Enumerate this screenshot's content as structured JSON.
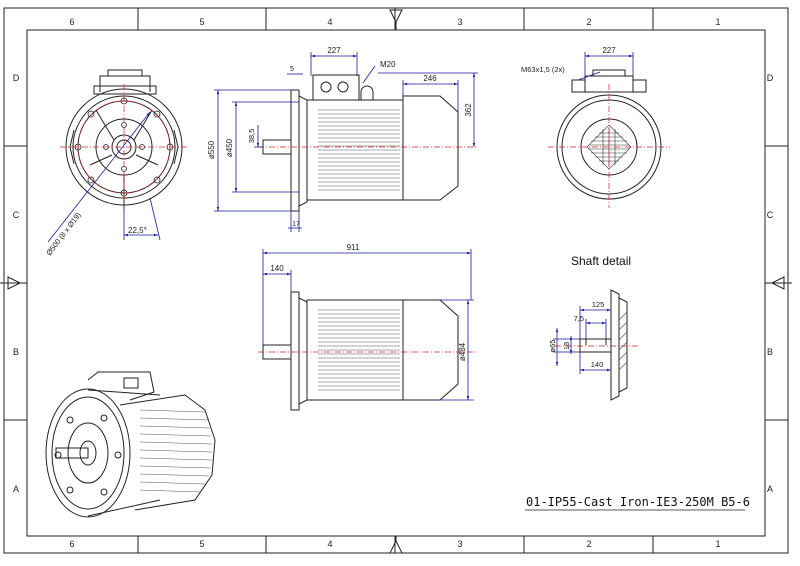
{
  "border": {
    "columns": [
      "6",
      "5",
      "4",
      "3",
      "2",
      "1"
    ],
    "rows": [
      "D",
      "C",
      "B",
      "A"
    ]
  },
  "title_block": {
    "drawing_title": "01-IP55-Cast Iron-IE3-250M B5-6"
  },
  "labels": {
    "shaft_detail": "Shaft detail"
  },
  "dimensions": {
    "front_flange_pcd": "Ø500 (8 x Ø19)",
    "front_angle": "22,5°",
    "side_box_width": "227",
    "side_flange_gap": "5",
    "side_cable_gland": "M20",
    "side_fan_length": "246",
    "side_height": "362",
    "side_flange_dia": "ø550",
    "side_spigot_dia": "ø450",
    "side_spigot_depth": "38,5",
    "side_flange_thk": "17",
    "rear_box_width": "227",
    "rear_gland": "M63x1,5 (2x)",
    "bottom_length": "911",
    "bottom_shaft_len": "140",
    "bottom_dia": "ø484",
    "shaft_len_total": "125",
    "shaft_key_offset": "7,5",
    "shaft_dia": "ø65",
    "shaft_key_width": "18",
    "shaft_len_140": "140"
  },
  "colors": {
    "line": "#222222",
    "dimension": "#1a1a9a",
    "center": "#d02020",
    "hatch": "#555555"
  }
}
